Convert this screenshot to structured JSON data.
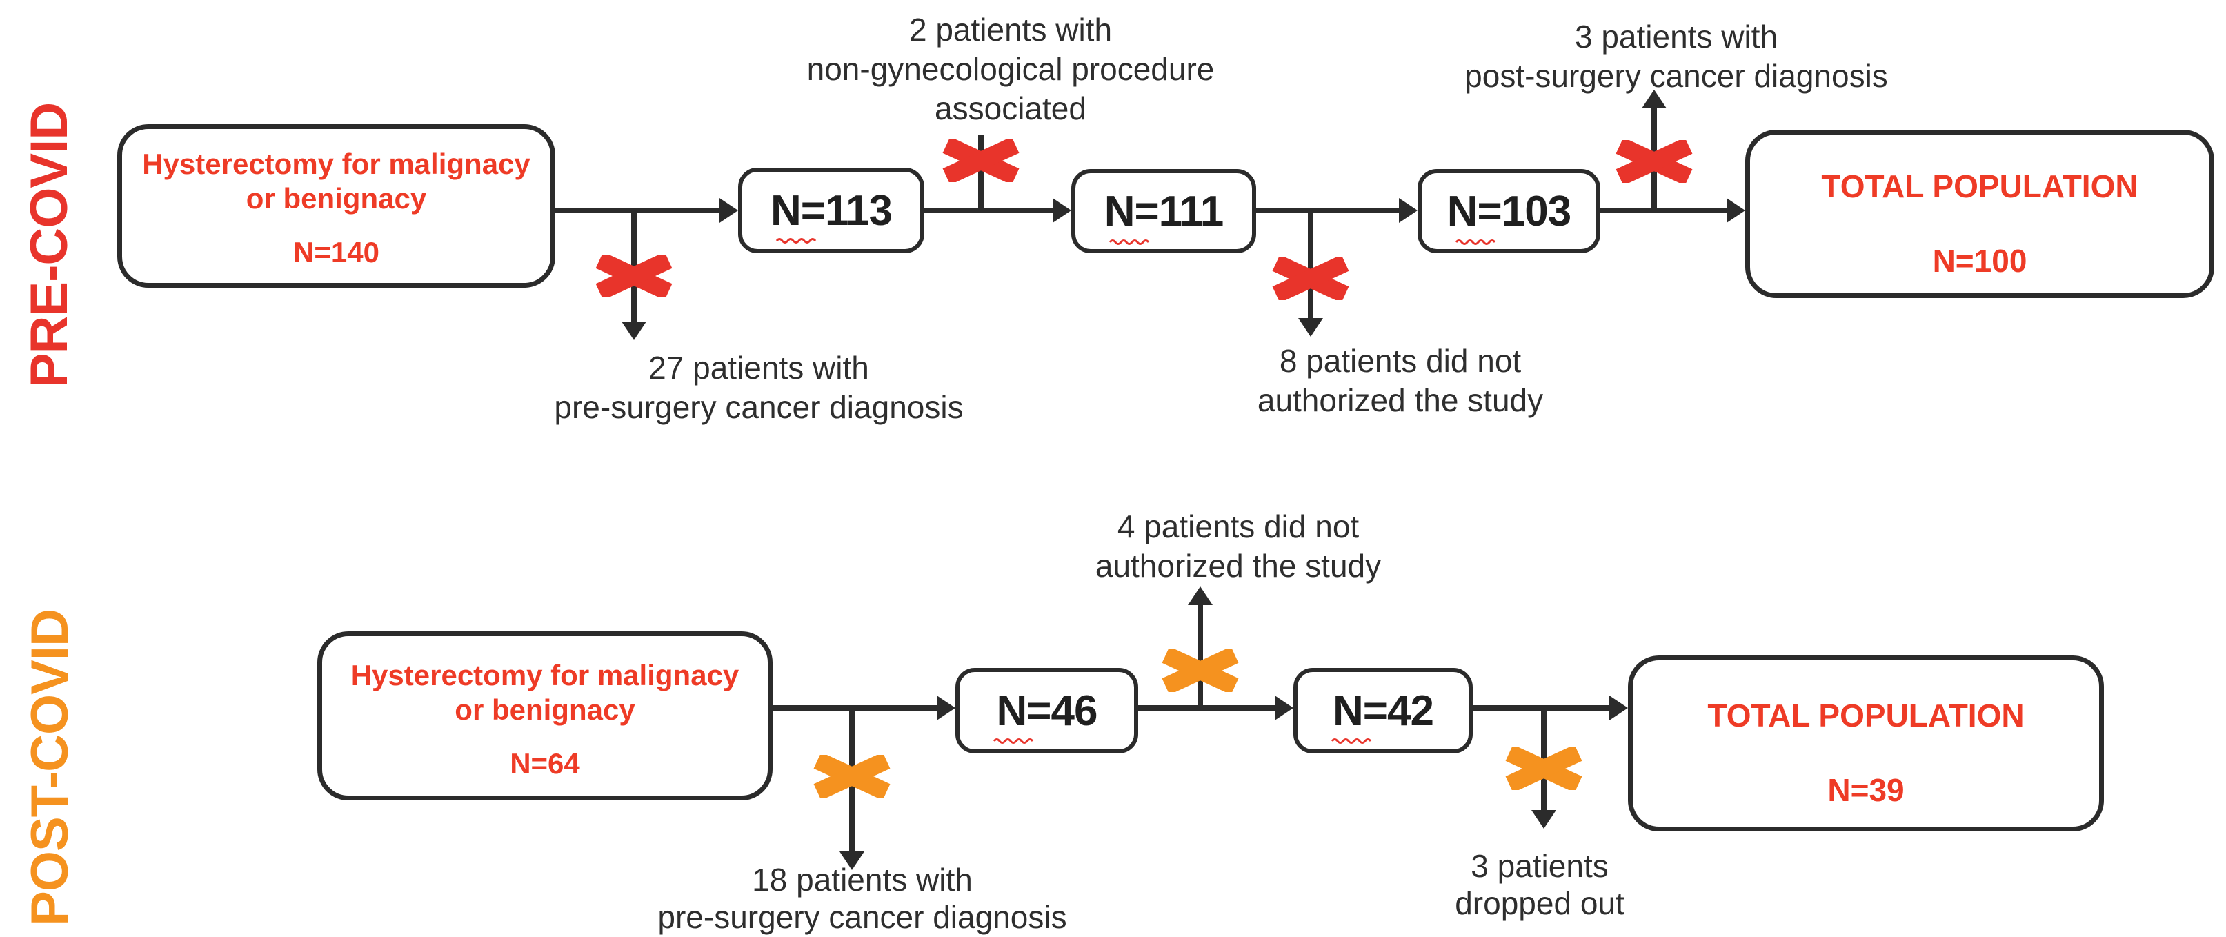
{
  "colors": {
    "accent_red": "#e8342b",
    "accent_orange": "#f5921f",
    "line_black": "#2b2b2b",
    "note_text": "#2e2e2e"
  },
  "rows": [
    {
      "label": "PRE-COVID",
      "source_box": {
        "line1": "Hysterectomy for malignacy",
        "line2": "or benignacy",
        "n": "N=140"
      },
      "boxes": [
        {
          "n": "N=113"
        },
        {
          "n": "N=111"
        },
        {
          "n": "N=103"
        }
      ],
      "total_box": {
        "title": "TOTAL POPULATION",
        "n": "N=100"
      },
      "exclusions": [
        {
          "lines": [
            "27 patients with",
            "pre-surgery cancer diagnosis"
          ]
        },
        {
          "lines": [
            "2 patients with",
            "non-gynecological procedure",
            "associated"
          ]
        },
        {
          "lines": [
            "8 patients did not",
            "authorized the study"
          ]
        },
        {
          "lines": [
            "3 patients with",
            "post-surgery cancer diagnosis"
          ]
        }
      ]
    },
    {
      "label": "POST-COVID",
      "source_box": {
        "line1": "Hysterectomy for malignacy",
        "line2": "or benignacy",
        "n": "N=64"
      },
      "boxes": [
        {
          "n": "N=46"
        },
        {
          "n": "N=42"
        }
      ],
      "total_box": {
        "title": "TOTAL POPULATION",
        "n": "N=39"
      },
      "exclusions": [
        {
          "lines": [
            "18 patients with",
            "pre-surgery cancer diagnosis"
          ]
        },
        {
          "lines": [
            "4 patients did not",
            "authorized the study"
          ]
        },
        {
          "lines": [
            "3 patients",
            "dropped out"
          ]
        }
      ]
    }
  ]
}
